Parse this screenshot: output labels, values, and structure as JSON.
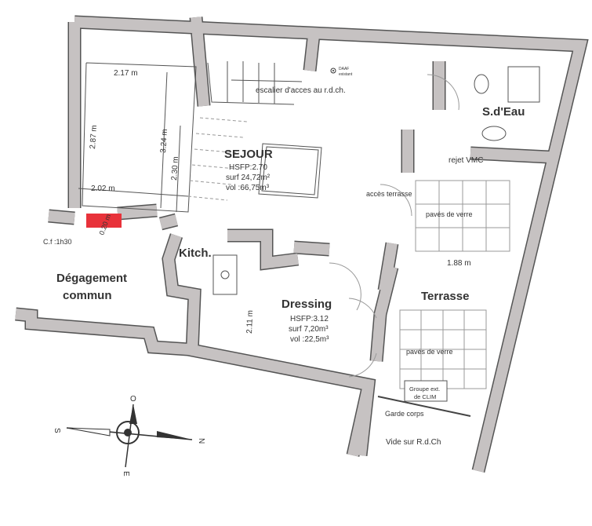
{
  "plan": {
    "dimensions": {
      "d217": "2.17 m",
      "d287": "2.87 m",
      "d324": "3.24 m",
      "d230": "2.30 m",
      "d202": "2.02 m",
      "d020": "0.20 m",
      "d188": "1.88 m",
      "d211": "2.11 m"
    },
    "fire_rating": "C.f :1h30",
    "rooms": {
      "sejour": {
        "name": "SEJOUR",
        "hsfp": "HSFP:2.70",
        "surf": "surf 24,72m²",
        "vol": "vol :66,75m³"
      },
      "dressing": {
        "name": "Dressing",
        "hsfp": "HSFP:3.12",
        "surf": "surf 7,20m³",
        "vol": "vol :22,5m³"
      },
      "kitchen": {
        "name": "Kitch."
      },
      "degagement": {
        "line1": "Dégagement",
        "line2": "commun"
      },
      "sdeau": {
        "name": "S.d'Eau"
      },
      "terrasse": {
        "name": "Terrasse"
      }
    },
    "annotations": {
      "escalier": "escalier d'acces au r.d.ch.",
      "daaf1": "DAAF",
      "daaf2": "existant",
      "rejet_vmc": "rejet VMC",
      "acces_terrasse": "accès terrasse",
      "paves1": "pavés de verre",
      "paves2": "pavés de verre",
      "clim1": "Groupe ext.",
      "clim2": "de CLIM",
      "garde_corps": "Garde corps",
      "vide": "Vide sur R.d.Ch"
    },
    "compass": {
      "north": "N",
      "south": "S",
      "east": "E",
      "west": "O"
    }
  }
}
